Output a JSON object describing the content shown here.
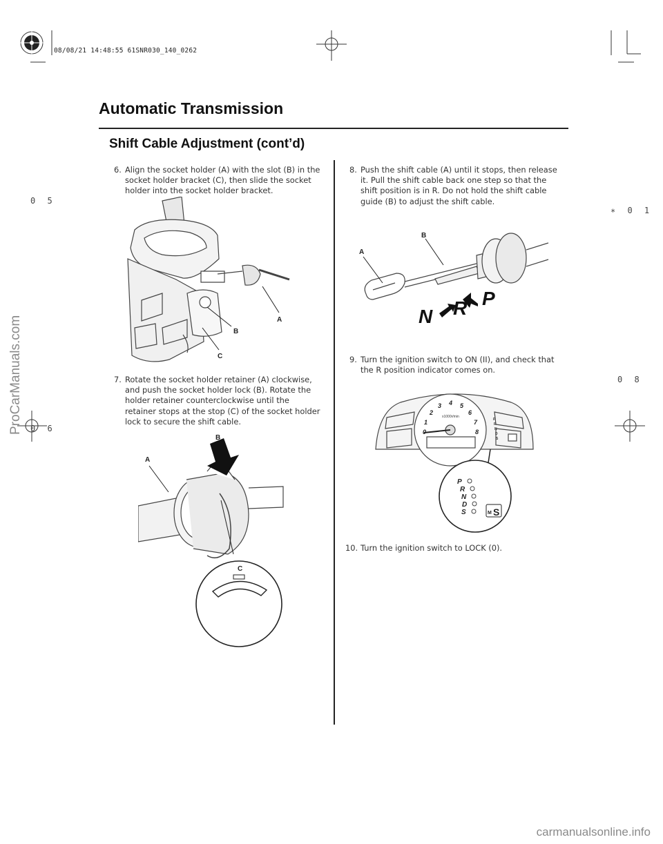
{
  "header": {
    "stamp": "08/08/21 14:48:55 61SNR030_140_0262",
    "title": "Automatic Transmission",
    "subtitle": "Shift Cable Adjustment (cont’d)"
  },
  "margin_codes": {
    "left_top": "0 5",
    "left_bottom": "0 6",
    "right_top": "∗ 0 1",
    "right_bottom": "0 8"
  },
  "steps": [
    {
      "num": "6.",
      "text": "Align the socket holder (A) with the slot (B) in the socket holder bracket (C), then slide the socket holder into the socket holder bracket."
    },
    {
      "num": "7.",
      "text": "Rotate the socket holder retainer (A) clockwise, and push the socket holder lock (B). Rotate the holder retainer counterclockwise until the retainer stops at the stop (C) of the socket holder lock to secure the shift cable."
    },
    {
      "num": "8.",
      "text": "Push the shift cable (A) until it stops, then release it. Pull the shift cable back one step so that the shift position is in R. Do not hold the shift cable guide (B) to adjust the shift cable."
    },
    {
      "num": "9.",
      "text": "Turn the ignition switch to ON (II), and check that the R position indicator comes on."
    },
    {
      "num": "10.",
      "text": "Turn the ignition switch to LOCK (0)."
    }
  ],
  "figures": {
    "fig1": {
      "label_a": "A",
      "label_b": "B",
      "label_c": "C"
    },
    "fig2": {
      "label_a": "A",
      "label_b": "B",
      "label_c": "C"
    },
    "fig3": {
      "label_a": "A",
      "label_b": "B",
      "seq_n": "N",
      "seq_r": "R",
      "seq_p": "P"
    },
    "fig4": {
      "gauge_numbers": [
        "0",
        "1",
        "2",
        "3",
        "4",
        "5",
        "6",
        "7",
        "8"
      ],
      "x1000": "x1000r/min",
      "indicator_letters": [
        "P",
        "R",
        "N",
        "D",
        "S"
      ],
      "m_label": "M",
      "s_label": "S"
    }
  },
  "watermarks": {
    "side": "ProCarManuals.com",
    "bottom": "carmanualsonline.info"
  }
}
